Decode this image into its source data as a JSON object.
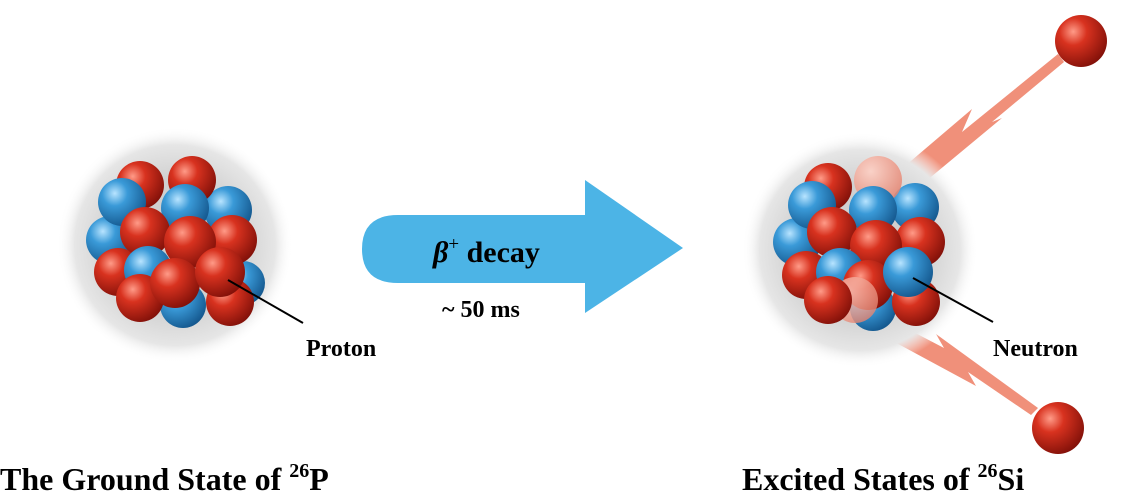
{
  "labels": {
    "proton": "Proton",
    "neutron": "Neutron",
    "decay_symbol": "β",
    "decay_sup": "+",
    "decay_word": " decay",
    "half_life": "~ 50 ms",
    "left_caption_prefix": "The Ground State of ",
    "left_caption_mass": "26",
    "left_caption_element": "P",
    "right_caption_prefix": "Excited States of ",
    "right_caption_mass": "26",
    "right_caption_element": "Si"
  },
  "colors": {
    "proton": "#c0241a",
    "neutron": "#2f8fd0",
    "arrow": "#4cb4e6",
    "lightning": "#f0907a",
    "halo": "#d9d9d9"
  }
}
